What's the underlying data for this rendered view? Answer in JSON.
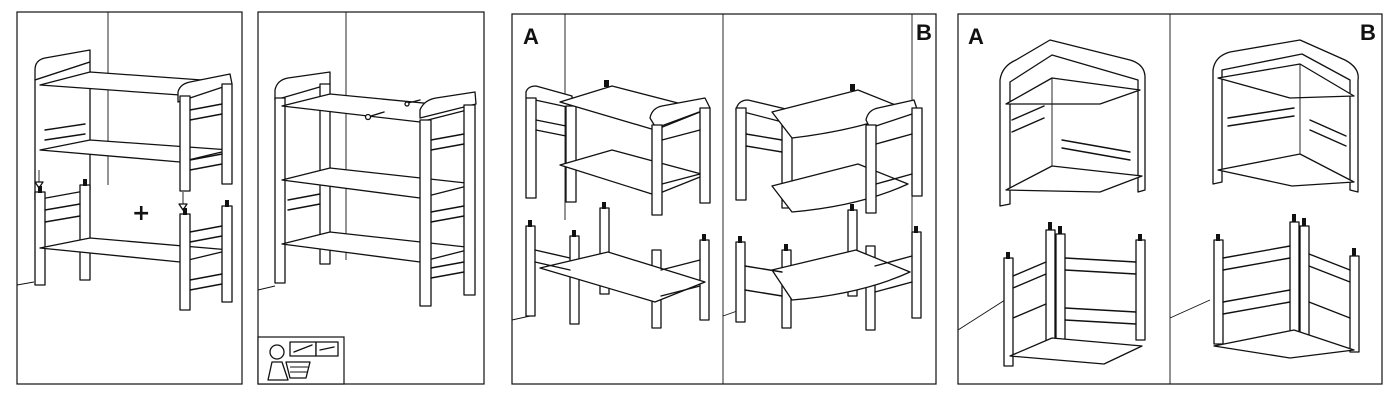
{
  "panels": [
    {
      "id": "step1",
      "label": "",
      "sublabel": "+"
    },
    {
      "id": "step2",
      "label": ""
    },
    {
      "id": "step3",
      "label_left": "A",
      "label_right": "B"
    },
    {
      "id": "step4",
      "label_left": "A",
      "label_right": "B"
    }
  ],
  "icons": {
    "tools": "person-with-screwdriver-and-hex-key-icon"
  }
}
